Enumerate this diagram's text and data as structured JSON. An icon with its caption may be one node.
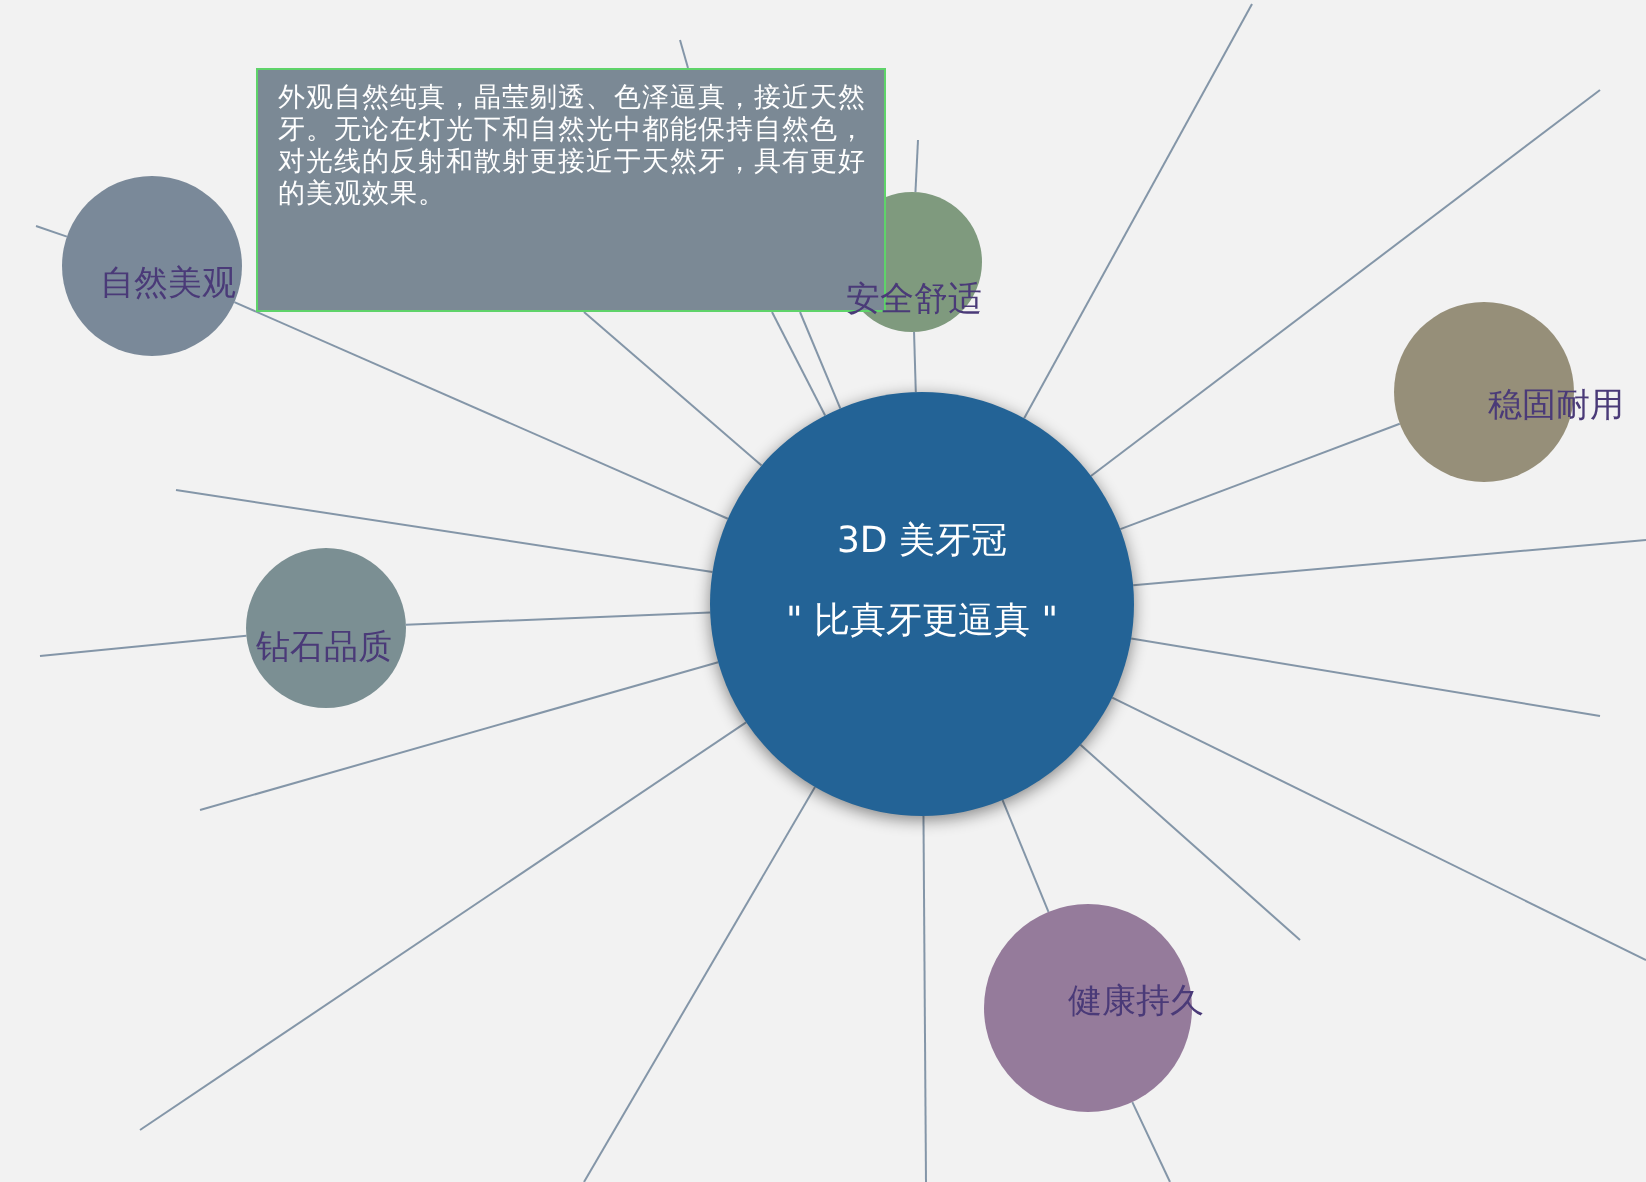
{
  "diagram": {
    "nodes": [
      {
        "text": [
          "3D 美牙冠",
          "\" 比真牙更逼真 \""
        ]
      },
      {
        "text": [
          "自然美观"
        ]
      },
      {
        "text": [
          "安全舒适"
        ]
      },
      {
        "text": [
          "稳固耐用"
        ]
      },
      {
        "text": [
          "钻石品质"
        ]
      },
      {
        "text": [
          "健康持久"
        ]
      },
      {
        "text": [
          "外观自然纯真，晶莹剔透、色泽逼真，接近天然牙。无论在灯光下和自然光中都能保持自然色，对光线的反射和散射更接近于天然牙，具有更好的美观效果。"
        ]
      }
    ],
    "edges": [
      {
        "from": 0,
        "to": 1,
        "arrow": "none"
      },
      {
        "from": 0,
        "to": 2,
        "arrow": "none"
      },
      {
        "from": 0,
        "to": 3,
        "arrow": "none"
      },
      {
        "from": 0,
        "to": 4,
        "arrow": "none"
      },
      {
        "from": 0,
        "to": 5,
        "arrow": "none"
      },
      {
        "from": 1,
        "to": null,
        "arrow": "none"
      },
      {
        "from": 2,
        "to": null,
        "arrow": "none"
      },
      {
        "from": 4,
        "to": null,
        "arrow": "none"
      },
      {
        "from": 5,
        "to": null,
        "arrow": "none"
      },
      {
        "from": 0,
        "to": null,
        "arrow": "none"
      },
      {
        "from": 0,
        "to": null,
        "arrow": "none"
      },
      {
        "from": 0,
        "to": null,
        "arrow": "none"
      },
      {
        "from": 0,
        "to": null,
        "arrow": "none"
      },
      {
        "from": 0,
        "to": null,
        "arrow": "none"
      },
      {
        "from": 0,
        "to": null,
        "arrow": "none"
      },
      {
        "from": 0,
        "to": null,
        "arrow": "none"
      },
      {
        "from": 0,
        "to": null,
        "arrow": "none"
      },
      {
        "from": 0,
        "to": null,
        "arrow": "none"
      },
      {
        "from": 0,
        "to": null,
        "arrow": "none"
      },
      {
        "from": 0,
        "to": null,
        "arrow": "none"
      },
      {
        "from": 0,
        "to": 6,
        "arrow": "none"
      },
      {
        "from": 0,
        "to": 6,
        "arrow": "none"
      },
      {
        "from": 0,
        "to": 6,
        "arrow": "none"
      },
      {
        "from": 6,
        "to": null,
        "arrow": "none"
      }
    ]
  }
}
